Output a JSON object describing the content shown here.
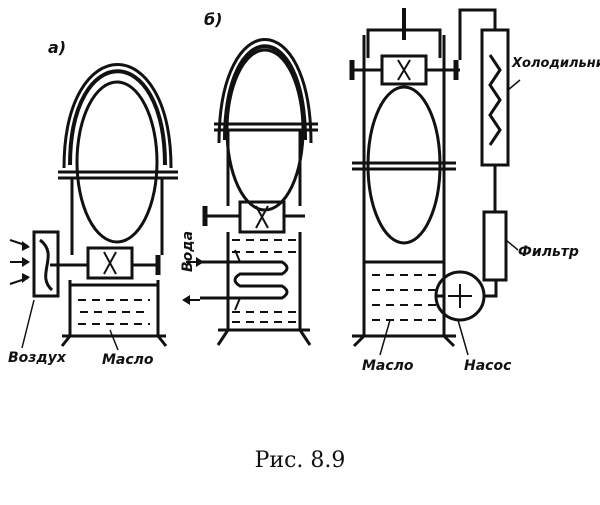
{
  "figure": {
    "panel_a_label": "а)",
    "panel_b_label": "б)",
    "labels": {
      "air": "Воздух",
      "oil_a": "Масло",
      "water": "Вода",
      "oil_c": "Масло",
      "pump": "Насос",
      "filter": "Фильтр",
      "cooler": "Холодильник"
    },
    "caption": "Рис. 8.9"
  }
}
